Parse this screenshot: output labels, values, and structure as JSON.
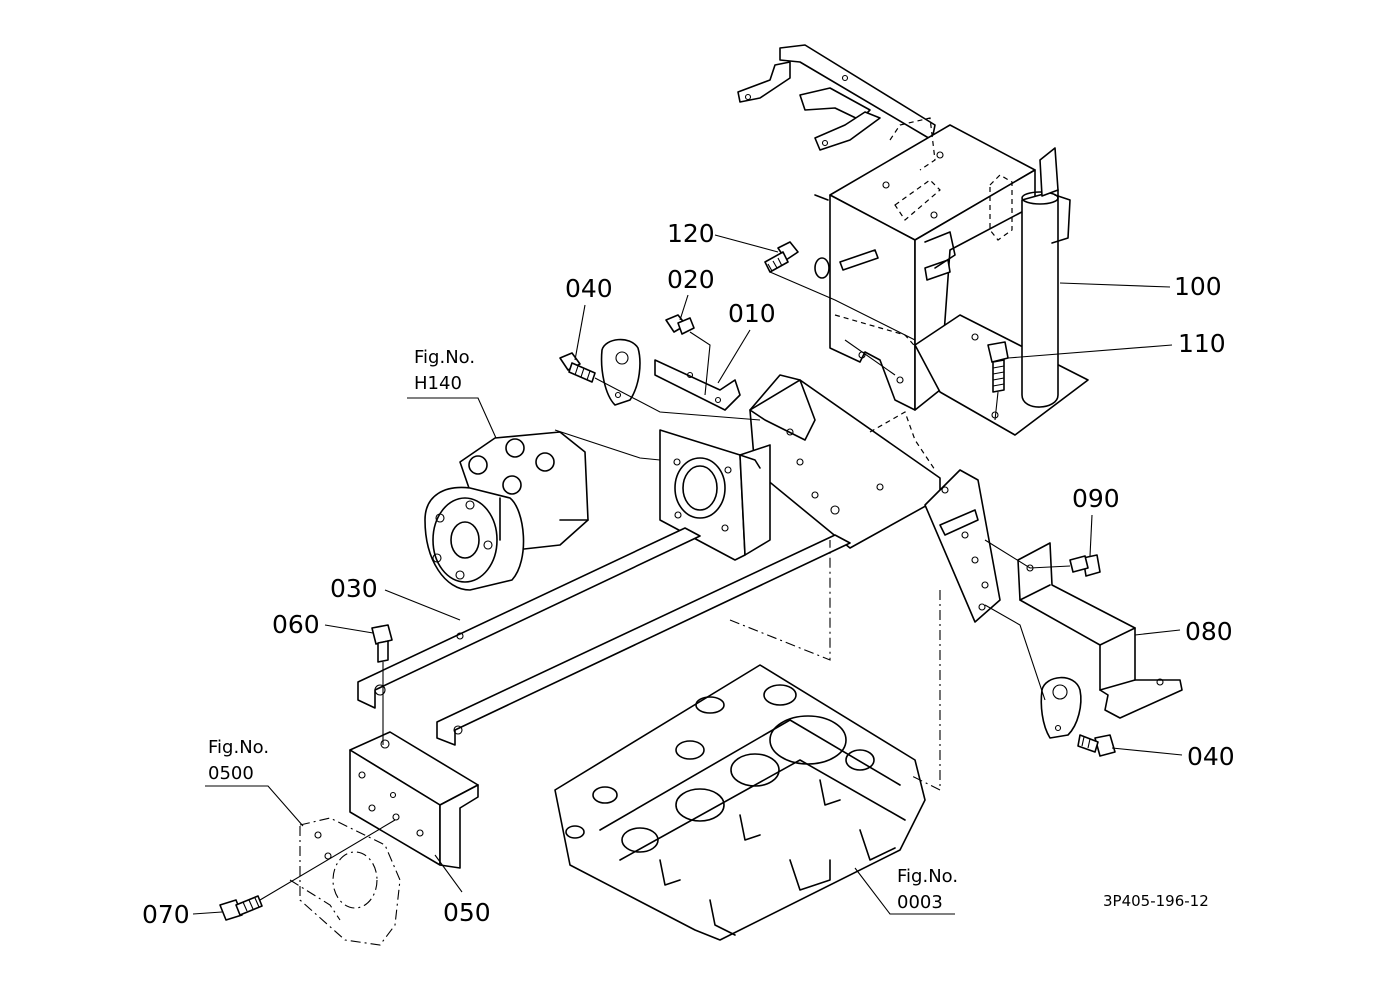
{
  "diagram_code": "3P405-196-12",
  "callouts": [
    {
      "id": "c-120",
      "label": "120"
    },
    {
      "id": "c-100",
      "label": "100"
    },
    {
      "id": "c-040a",
      "label": "040"
    },
    {
      "id": "c-020",
      "label": "020"
    },
    {
      "id": "c-010",
      "label": "010"
    },
    {
      "id": "c-110",
      "label": "110"
    },
    {
      "id": "c-090",
      "label": "090"
    },
    {
      "id": "c-030",
      "label": "030"
    },
    {
      "id": "c-060",
      "label": "060"
    },
    {
      "id": "c-080",
      "label": "080"
    },
    {
      "id": "c-040b",
      "label": "040"
    },
    {
      "id": "c-050",
      "label": "050"
    },
    {
      "id": "c-070",
      "label": "070"
    }
  ],
  "figure_refs": [
    {
      "id": "f-h140",
      "line1": "Fig.No.",
      "line2": "H140"
    },
    {
      "id": "f-0500",
      "line1": "Fig.No.",
      "line2": "0500"
    },
    {
      "id": "f-0003",
      "line1": "Fig.No.",
      "line2": "0003"
    }
  ]
}
